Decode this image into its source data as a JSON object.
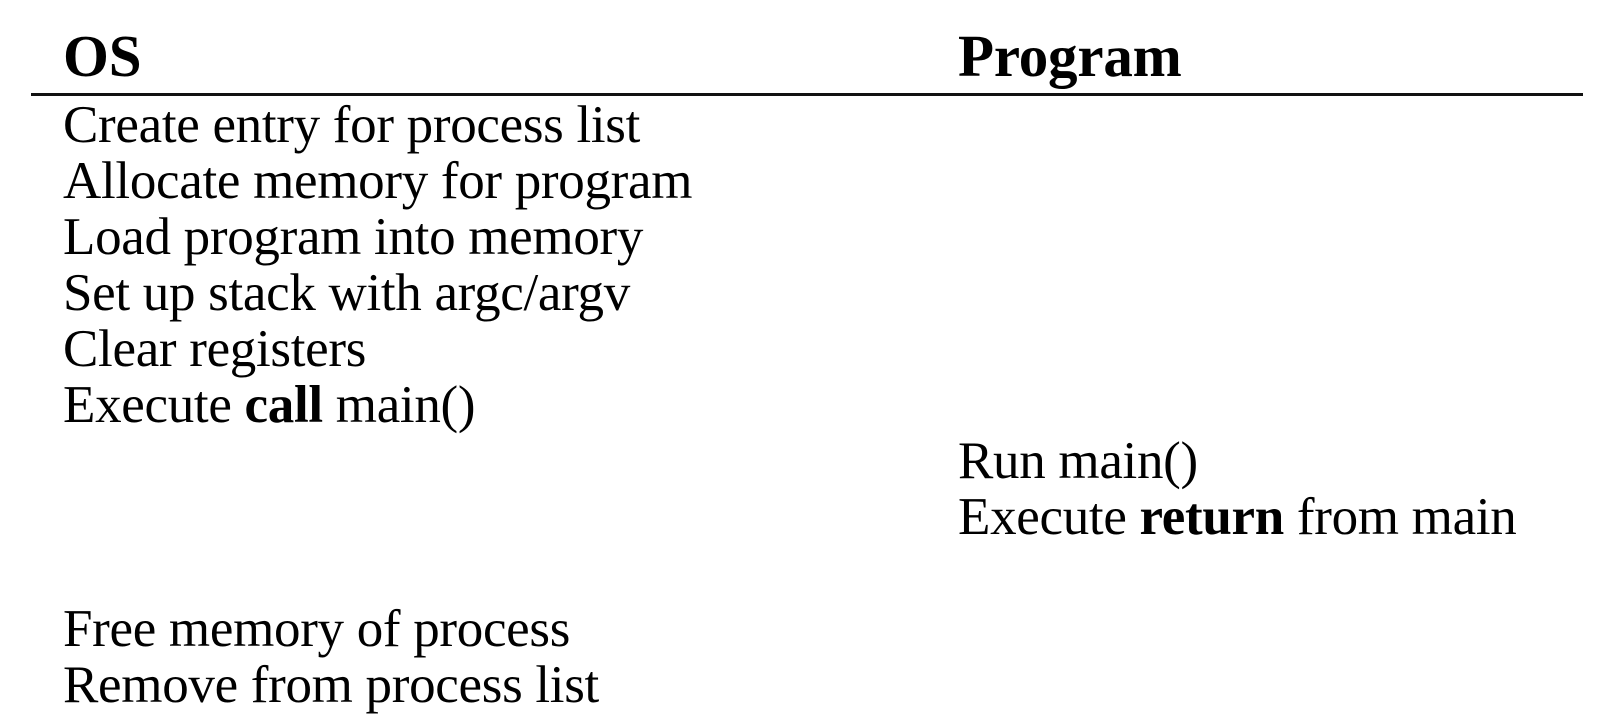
{
  "table": {
    "headers": {
      "os": "OS",
      "program": "Program"
    },
    "rule_color": "#111111",
    "text_color": "#000000",
    "background_color": "#ffffff",
    "rows": [
      {
        "os": "Create entry for process list",
        "os_bold": "",
        "os_tail": "",
        "program": "",
        "program_bold": "",
        "program_tail": ""
      },
      {
        "os": "Allocate memory for program",
        "os_bold": "",
        "os_tail": "",
        "program": "",
        "program_bold": "",
        "program_tail": ""
      },
      {
        "os": "Load program into memory",
        "os_bold": "",
        "os_tail": "",
        "program": "",
        "program_bold": "",
        "program_tail": ""
      },
      {
        "os": "Set up stack with argc/argv",
        "os_bold": "",
        "os_tail": "",
        "program": "",
        "program_bold": "",
        "program_tail": ""
      },
      {
        "os": "Clear registers",
        "os_bold": "",
        "os_tail": "",
        "program": "",
        "program_bold": "",
        "program_tail": ""
      },
      {
        "os": "Execute ",
        "os_bold": "call",
        "os_tail": " main()",
        "program": "",
        "program_bold": "",
        "program_tail": ""
      },
      {
        "os": "",
        "os_bold": "",
        "os_tail": "",
        "program": "Run main()",
        "program_bold": "",
        "program_tail": ""
      },
      {
        "os": "",
        "os_bold": "",
        "os_tail": "",
        "program": "Execute ",
        "program_bold": "return",
        "program_tail": " from main"
      },
      {
        "os": "",
        "os_bold": "",
        "os_tail": "",
        "program": "",
        "program_bold": "",
        "program_tail": ""
      },
      {
        "os": "Free memory of process",
        "os_bold": "",
        "os_tail": "",
        "program": "",
        "program_bold": "",
        "program_tail": ""
      },
      {
        "os": "Remove from process list",
        "os_bold": "",
        "os_tail": "",
        "program": "",
        "program_bold": "",
        "program_tail": ""
      }
    ]
  }
}
